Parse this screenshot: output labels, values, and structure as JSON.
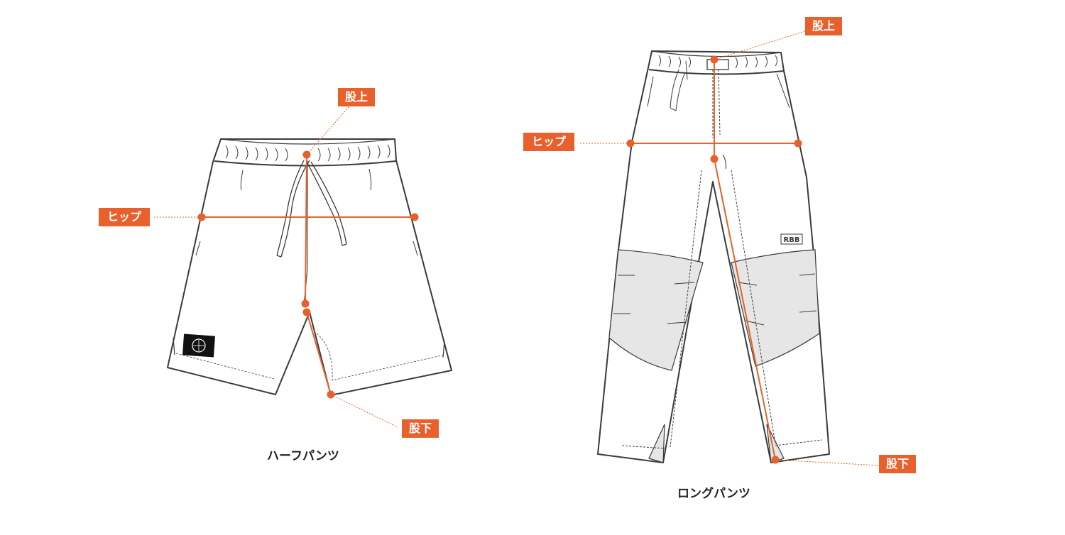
{
  "colors": {
    "accent": "#e8602c",
    "line": "#3a3a3a",
    "panel": "#e8e8e8",
    "background": "#ffffff"
  },
  "half_pants": {
    "caption": "ハーフパンツ",
    "labels": {
      "rise": "股上",
      "hip": "ヒップ",
      "inseam": "股下"
    }
  },
  "long_pants": {
    "caption": "ロングパンツ",
    "labels": {
      "rise": "股上",
      "hip": "ヒップ",
      "inseam": "股下"
    },
    "patch_text": "RBB"
  }
}
